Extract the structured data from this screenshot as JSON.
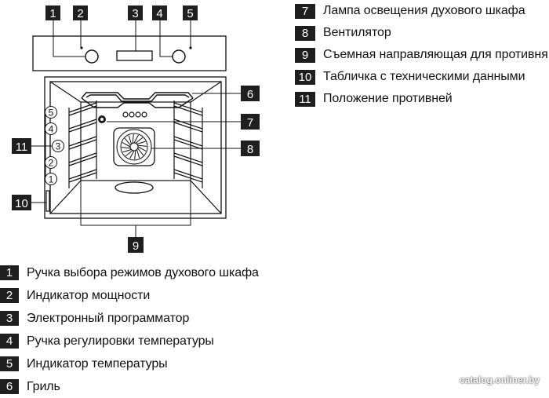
{
  "callouts": [
    "1",
    "2",
    "3",
    "4",
    "5",
    "6",
    "7",
    "8",
    "9",
    "10",
    "11"
  ],
  "legend_right": [
    {
      "num": "7",
      "text": "Лампа освещения духового шкафа"
    },
    {
      "num": "8",
      "text": "Вентилятор"
    },
    {
      "num": "9",
      "text": "Съемная направляющая для противня"
    },
    {
      "num": "10",
      "text": "Табличка с техническими данными"
    },
    {
      "num": "11",
      "text": "Положение противней"
    }
  ],
  "legend_bottom": [
    {
      "num": "1",
      "text": "Ручка выбора режимов духового шкафа"
    },
    {
      "num": "2",
      "text": "Индикатор мощности"
    },
    {
      "num": "3",
      "text": "Электронный программатор"
    },
    {
      "num": "4",
      "text": "Ручка регулировки температуры"
    },
    {
      "num": "5",
      "text": "Индикатор температуры"
    },
    {
      "num": "6",
      "text": "Гриль"
    }
  ],
  "shelf_levels": [
    "5",
    "4",
    "3",
    "2",
    "1"
  ],
  "watermark": "catalog.onliner.by"
}
